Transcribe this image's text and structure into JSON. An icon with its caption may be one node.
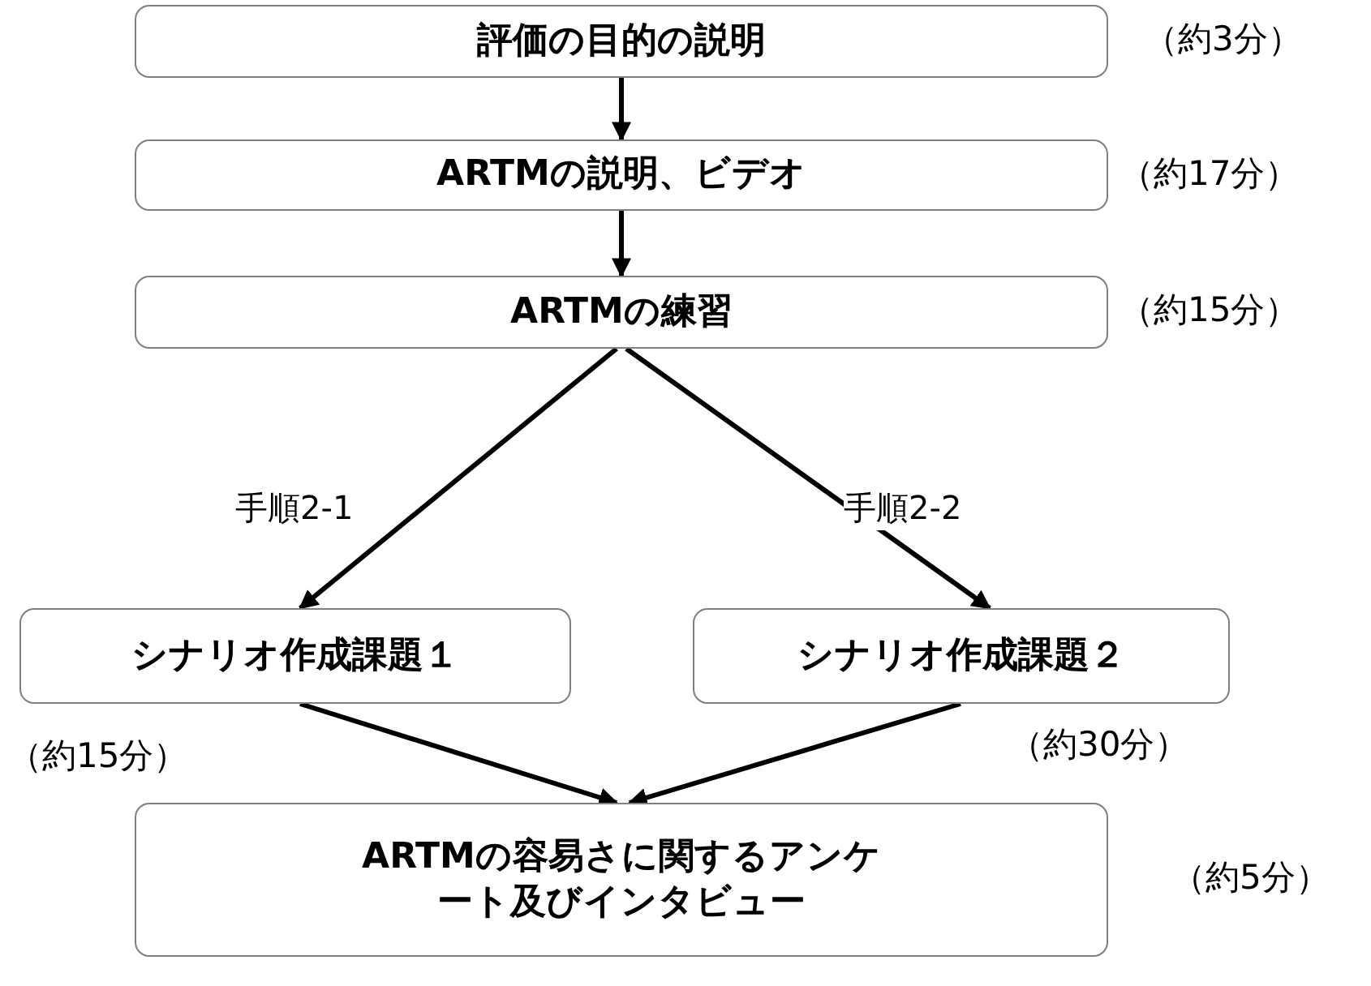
{
  "diagram": {
    "nodes": [
      {
        "text": [
          "評価の目的の説明"
        ],
        "beside": [
          "（約3分）"
        ]
      },
      {
        "text": [
          "ARTMの説明、ビデオ"
        ],
        "beside": [
          "（約17分）"
        ]
      },
      {
        "text": [
          "ARTMの練習"
        ],
        "beside": [
          "（約15分）"
        ]
      },
      {
        "text": [
          "シナリオ作成課題１"
        ],
        "beside": [
          "（約15分）"
        ]
      },
      {
        "text": [
          "シナリオ作成課題２"
        ],
        "beside": [
          "（約30分）"
        ]
      },
      {
        "text": [
          "ARTMの容易さに関するアンケート及びインタビュー"
        ],
        "beside": [
          "（約5分）"
        ]
      }
    ],
    "edges": [
      {
        "from": 0,
        "to": 1,
        "arrow": "to"
      },
      {
        "from": 1,
        "to": 2,
        "arrow": "to"
      },
      {
        "from": 2,
        "to": 3,
        "arrow": "to",
        "label": "手順2-1"
      },
      {
        "from": 2,
        "to": 4,
        "arrow": "to",
        "label": "手順2-2"
      },
      {
        "from": 3,
        "to": 5,
        "arrow": "to"
      },
      {
        "from": 4,
        "to": 5,
        "arrow": "to"
      }
    ]
  }
}
